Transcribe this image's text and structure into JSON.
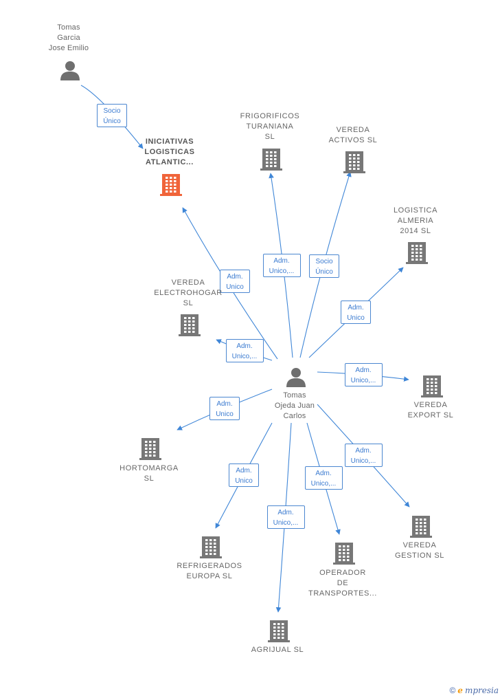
{
  "colors": {
    "edge": "#3f86d7",
    "company": "#777777",
    "company_highlight": "#f0643a",
    "person": "#6f6f6f"
  },
  "persons": [
    {
      "id": "tomas_garcia",
      "label": "Tomas\nGarcia\nJose Emilio",
      "icon": "person-icon"
    },
    {
      "id": "tomas_ojeda",
      "label": "Tomas\nOjeda Juan\nCarlos",
      "icon": "person-icon"
    }
  ],
  "companies": [
    {
      "id": "iniciativas",
      "label": "INICIATIVAS\nLOGISTICAS\nATLANTIC...",
      "highlight": true,
      "icon": "building-icon"
    },
    {
      "id": "frigorificos",
      "label": "FRIGORIFICOS\nTURANIANA\nSL",
      "icon": "building-icon"
    },
    {
      "id": "vereda_activos",
      "label": "VEREDA\nACTIVOS SL",
      "icon": "building-icon"
    },
    {
      "id": "logistica_almeria",
      "label": "LOGISTICA\nALMERIA\n2014 SL",
      "icon": "building-icon"
    },
    {
      "id": "vereda_electrohogar",
      "label": "VEREDA\nELECTROHOGAR\nSL",
      "icon": "building-icon"
    },
    {
      "id": "vereda_export",
      "label": "VEREDA\nEXPORT SL",
      "icon": "building-icon"
    },
    {
      "id": "hortomarga",
      "label": "HORTOMARGA\nSL",
      "icon": "building-icon"
    },
    {
      "id": "vereda_gestion",
      "label": "VEREDA\nGESTION SL",
      "icon": "building-icon"
    },
    {
      "id": "refrigerados",
      "label": "REFRIGERADOS\nEUROPA SL",
      "icon": "building-icon"
    },
    {
      "id": "operador",
      "label": "OPERADOR\nDE\nTRANSPORTES...",
      "icon": "building-icon"
    },
    {
      "id": "agrijual",
      "label": "AGRIJUAL SL",
      "icon": "building-icon"
    }
  ],
  "edges": [
    {
      "from": "tomas_garcia",
      "to": "iniciativas",
      "label": "Socio\nÚnico"
    },
    {
      "from": "tomas_ojeda",
      "to": "iniciativas",
      "label": "Adm.\nUnico"
    },
    {
      "from": "tomas_ojeda",
      "to": "frigorificos",
      "label": "Adm.\nUnico,..."
    },
    {
      "from": "tomas_ojeda",
      "to": "vereda_activos",
      "label": "Socio\nÚnico"
    },
    {
      "from": "tomas_ojeda",
      "to": "logistica_almeria",
      "label": "Adm.\nUnico"
    },
    {
      "from": "tomas_ojeda",
      "to": "vereda_electrohogar",
      "label": "Adm.\nUnico,..."
    },
    {
      "from": "tomas_ojeda",
      "to": "vereda_export",
      "label": "Adm.\nUnico,..."
    },
    {
      "from": "tomas_ojeda",
      "to": "hortomarga",
      "label": "Adm.\nUnico"
    },
    {
      "from": "tomas_ojeda",
      "to": "vereda_gestion",
      "label": "Adm.\nUnico,..."
    },
    {
      "from": "tomas_ojeda",
      "to": "refrigerados",
      "label": "Adm.\nUnico"
    },
    {
      "from": "tomas_ojeda",
      "to": "operador",
      "label": "Adm.\nUnico,..."
    },
    {
      "from": "tomas_ojeda",
      "to": "agrijual",
      "label": "Adm.\nUnico,..."
    }
  ],
  "brand": {
    "copyright": "©",
    "name_initial": "e",
    "name_rest": "mpresia"
  }
}
